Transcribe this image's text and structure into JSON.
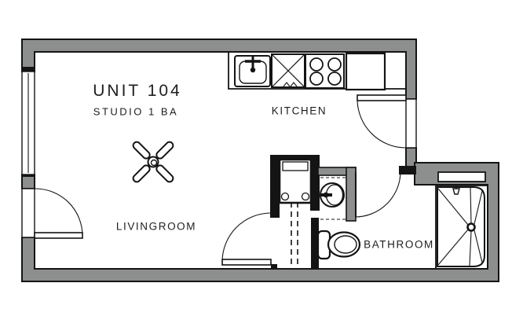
{
  "title": {
    "unit": "UNIT 104",
    "type": "STUDIO 1 BA"
  },
  "rooms": {
    "kitchen": "KITCHEN",
    "living": "LIVINGROOM",
    "bathroom": "BATHROOM"
  },
  "colors": {
    "wall_fill": "#8d8f8e",
    "line": "#141414",
    "background": "#ffffff",
    "text": "#1e1e1e"
  },
  "fixtures": [
    "kitchen-sink",
    "dishwasher",
    "stove",
    "refrigerator",
    "ceiling-fan",
    "washer-dryer",
    "closet-rod",
    "bathroom-sink",
    "toilet",
    "shower",
    "patio-door",
    "entry-door",
    "closet-door",
    "bathroom-door",
    "window-left",
    "window-bathroom"
  ]
}
